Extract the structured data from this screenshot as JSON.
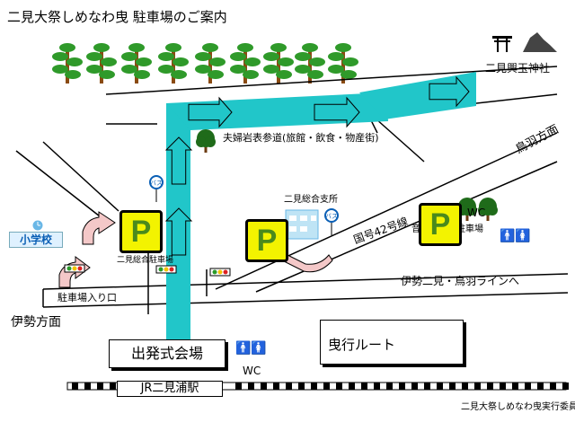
{
  "title": "二見大祭しめなわ曳 駐車場のご案内",
  "landmarks": {
    "shrine": "二見興玉神社",
    "sando": "夫婦岩表参道(旅館・飲食・物産街)",
    "toba": "鳥羽方面",
    "sogo_branch": "二見総合支所",
    "route42": "国号42号線",
    "otowa_parking": "音無山公園駐車場",
    "futami_parking": "二見総合駐車場",
    "ise_line": "伊勢二見・鳥羽ラインへ",
    "parking_entrance": "駐車場入り口",
    "ise": "伊勢方面",
    "start_venue": "出発式会場",
    "station": "JR二見浦駅",
    "school": "小学校",
    "committee": "二見大祭しめなわ曳実行委員会"
  },
  "wc_labels": [
    "WC",
    "WC"
  ],
  "legend": {
    "route": "曳行ルート"
  },
  "parking_symbol": "P",
  "bus_stop": "バス",
  "icons": [
    "torii-icon",
    "rock-icon",
    "pine-tree-icon",
    "bus-stop-icon",
    "traffic-light-icon",
    "toilet-icon",
    "tree-icon",
    "school-icon",
    "arrow-icon"
  ],
  "colors": {
    "route": "#21c6c9",
    "parking_bg": "#f3f300",
    "parking_letter": "#4a8a1c",
    "pink_arrow": "#f4c8c8",
    "water_blue": "#6ab7e6"
  }
}
